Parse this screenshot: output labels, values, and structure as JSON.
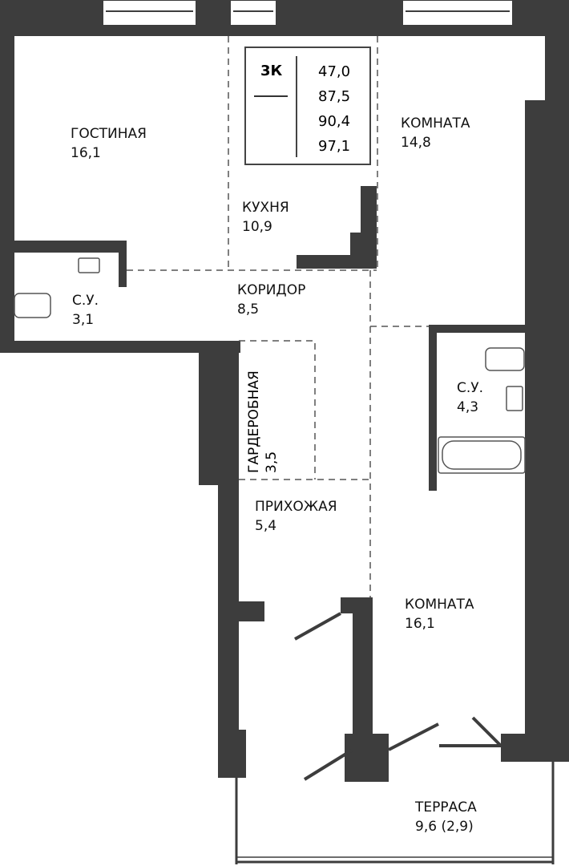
{
  "summary": {
    "type": "3К",
    "areas": [
      "47,0",
      "87,5",
      "90,4",
      "97,1"
    ]
  },
  "rooms": {
    "living": {
      "name": "ГОСТИНАЯ",
      "area": "16,1"
    },
    "kitchen": {
      "name": "КУХНЯ",
      "area": "10,9"
    },
    "room1": {
      "name": "КОМНАТА",
      "area": "14,8"
    },
    "bath1": {
      "name": "С.У.",
      "area": "3,1"
    },
    "corridor": {
      "name": "КОРИДОР",
      "area": "8,5"
    },
    "wardrobe": {
      "name": "ГАРДЕРОБНАЯ",
      "area": "3,5"
    },
    "bath2": {
      "name": "С.У.",
      "area": "4,3"
    },
    "hall": {
      "name": "ПРИХОЖАЯ",
      "area": "5,4"
    },
    "room2": {
      "name": "КОМНАТА",
      "area": "16,1"
    },
    "terrace": {
      "name": "ТЕРРАСА",
      "area": "9,6 (2,9)"
    }
  },
  "colors": {
    "wall": "#3d3d3d",
    "line": "#555555"
  }
}
